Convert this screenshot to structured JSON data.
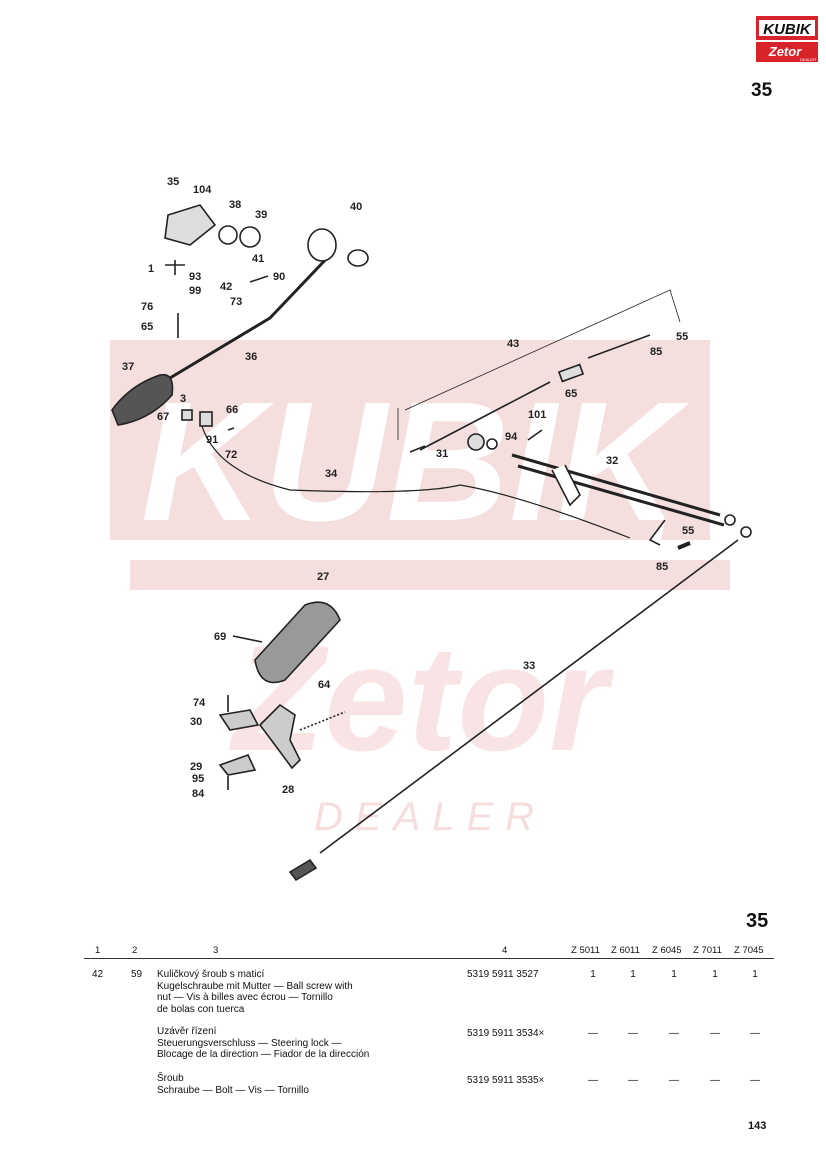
{
  "logo": {
    "brand": "KUBIK",
    "sub_brand": "Zetor",
    "sub_text": "DEALER"
  },
  "page_section_top": "35",
  "section_number": "35",
  "page_number": "143",
  "diagram": {
    "callouts": [
      "35",
      "104",
      "38",
      "39",
      "40",
      "1",
      "93",
      "99",
      "41",
      "42",
      "90",
      "76",
      "73",
      "65",
      "36",
      "37",
      "67",
      "3",
      "66",
      "91",
      "72",
      "34",
      "43",
      "85",
      "55",
      "65",
      "31",
      "94",
      "101",
      "32",
      "55",
      "85",
      "27",
      "69",
      "64",
      "74",
      "30",
      "29",
      "95",
      "84",
      "28",
      "33"
    ]
  },
  "table": {
    "headers": {
      "c1": "1",
      "c2": "2",
      "c3": "3",
      "c4": "4",
      "models": [
        "Z 5011",
        "Z 6011",
        "Z 6045",
        "Z 7011",
        "Z 7045"
      ]
    },
    "rows": [
      {
        "col1": "42",
        "col2": "59",
        "desc": [
          "Kuličkový šroub s maticí",
          "Kugelschraube mit Mutter — Ball screw with",
          "nut — Vis à billes avec écrou — Tornillo",
          "de bolas con tuerca"
        ],
        "part": "5319 5911 3527",
        "qty": [
          "1",
          "1",
          "1",
          "1",
          "1"
        ]
      },
      {
        "col1": "",
        "col2": "",
        "desc": [
          "Uzávěr řízení",
          "Steuerungsverschluss — Steering lock —",
          "Blocage de la direction — Fiador de la dirección"
        ],
        "part": "5319 5911 3534×",
        "qty": [
          "—",
          "—",
          "—",
          "—",
          "—"
        ]
      },
      {
        "col1": "",
        "col2": "",
        "desc": [
          "Šroub",
          "Schraube — Bolt — Vis — Tornillo"
        ],
        "part": "5319 5911 3535×",
        "qty": [
          "—",
          "—",
          "—",
          "—",
          "—"
        ]
      }
    ]
  },
  "colors": {
    "logo_red": "#d8232a",
    "watermark": "#f3d9d9",
    "ink": "#222222"
  }
}
